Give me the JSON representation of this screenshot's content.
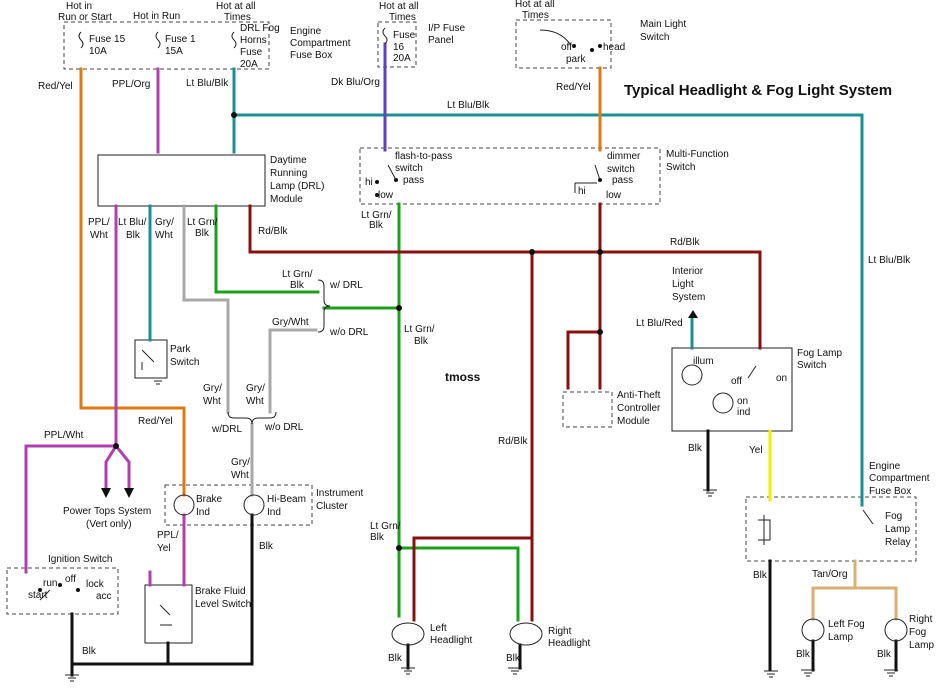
{
  "title": "Typical Headlight & Fog Light System",
  "watermark": "tmoss",
  "colors": {
    "orange": "#e07a10",
    "purple": "#b040b0",
    "teal": "#1a9090",
    "blueviolet": "#6040c0",
    "green": "#1aa01a",
    "darkred": "#8a1010",
    "gray": "#a8a8a8",
    "yellow": "#f0f000",
    "tan": "#d8b070",
    "black": "#111111"
  },
  "labels": {
    "hot_run_start_1": "Hot in",
    "hot_run_start_2": "Run or Start",
    "hot_in_run": "Hot in Run",
    "hot_all_1": "Hot at all",
    "hot_all_2": "Times",
    "fuse15": "Fuse 15",
    "fuse15_amp": "10A",
    "fuse1": "Fuse 1",
    "fuse1_amp": "15A",
    "drl_fog_1": "DRL Fog",
    "drl_fog_2": "Horns",
    "drl_fog_3": "Fuse",
    "drl_fog_4": "20A",
    "ecfb_1": "Engine",
    "ecfb_2": "Compartment",
    "ecfb_3": "Fuse Box",
    "ip_hot_1": "Hot at all",
    "ip_hot_2": "Times",
    "fuse16": "Fuse",
    "fuse16_b": "16",
    "fuse16_amp": "20A",
    "ip_panel_1": "I/P Fuse",
    "ip_panel_2": "Panel",
    "ml_hot_1": "Hot at all",
    "ml_hot_2": "Times",
    "ml_off": "off",
    "ml_head": "head",
    "ml_park": "park",
    "ml_name_1": "Main Light",
    "ml_name_2": "Switch",
    "red_yel": "Red/Yel",
    "ppl_org": "PPL/Org",
    "lt_blu_blk": "Lt Blu/Blk",
    "dk_blu_org": "Dk Blu/Org",
    "red_yel_2": "Red/Yel",
    "lt_blu_blk_2": "Lt Blu/Blk",
    "drl_1": "Daytime",
    "drl_2": "Running",
    "drl_3": "Lamp (DRL)",
    "drl_4": "Module",
    "f2p_1": "flash-to-pass",
    "f2p_2": "switch",
    "f2p_pass": "pass",
    "f2p_hi": "hi",
    "f2p_low": "low",
    "dim_1": "dimmer",
    "dim_2": "switch",
    "dim_pass": "pass",
    "dim_hi": "hi",
    "dim_low": "low",
    "mfs_1": "Multi-Function",
    "mfs_2": "Switch",
    "lt_blu_blk_right": "Lt Blu/Blk",
    "ppl_wht_1": "PPL/",
    "ppl_wht_2": "Wht",
    "ltblu_1": "Lt Blu/",
    "ltblu_2": "Blk",
    "gry_1": "Gry/",
    "gry_2": "Wht",
    "ltgrn_1": "Lt Grn/",
    "ltgrn_2": "Blk",
    "rd_blk_1": "Rd/Blk",
    "ltgrn_sw_1": "Lt Grn/",
    "ltgrn_sw_2": "Blk",
    "rd_blk_2": "Rd/Blk",
    "interior_1": "Interior",
    "interior_2": "Light",
    "interior_3": "System",
    "ltgrn_drl_1": "Lt Grn/",
    "ltgrn_drl_2": "Blk",
    "w_drl": "w/ DRL",
    "gry_wht_drl": "Gry/Wht",
    "wo_drl": "w/o DRL",
    "ltgrn_mid_1": "Lt Grn/",
    "ltgrn_mid_2": "Blk",
    "lt_blu_red": "Lt Blu/Red",
    "park_1": "Park",
    "park_2": "Switch",
    "anti_1": "Anti-Theft",
    "anti_2": "Controller",
    "anti_3": "Module",
    "fog_sw_1": "Fog Lamp",
    "fog_sw_2": "Switch",
    "fog_illum": "illum",
    "fog_off": "off",
    "fog_on": "on",
    "fog_on2": "on",
    "fog_ind": "ind",
    "lt_blu_blk_vert": "Lt Blu/Blk",
    "gry_a_1": "Gry/",
    "gry_a_2": "Wht",
    "gry_b_1": "Gry/",
    "gry_b_2": "Wht",
    "wdrl": "w/DRL",
    "wodrl": "w/o DRL",
    "red_yel_3": "Red/Yel",
    "rd_blk_3": "Rd/Blk",
    "ppl_wht_h": "PPL/Wht",
    "blk_fog": "Blk",
    "yel": "Yel",
    "gry_c_1": "Gry/",
    "gry_c_2": "Wht",
    "ecfb_r_1": "Engine",
    "ecfb_r_2": "Compartment",
    "ecfb_r_3": "Fuse Box",
    "power_tops_1": "Power Tops System",
    "power_tops_2": "(Vert only)",
    "brake_1": "Brake",
    "brake_2": "Ind",
    "hibeam_1": "Hi-Beam",
    "hibeam_2": "Ind",
    "cluster_1": "Instrument",
    "cluster_2": "Cluster",
    "ltgrn_low_1": "Lt Grn/",
    "ltgrn_low_2": "Blk",
    "fog_relay_1": "Fog",
    "fog_relay_2": "Lamp",
    "fog_relay_3": "Relay",
    "ign_name": "Ignition Switch",
    "ign_run": "run",
    "ign_off": "off",
    "ign_lock": "lock",
    "ign_start": "start",
    "ign_acc": "acc",
    "ppl_yel_1": "PPL/",
    "ppl_yel_2": "Yel",
    "blk_cluster": "Blk",
    "blk_relay": "Blk",
    "tan_org": "Tan/Org",
    "bfl_1": "Brake Fluid",
    "bfl_2": "Level Switch",
    "lh_1": "Left",
    "lh_2": "Headlight",
    "rh_1": "Right",
    "rh_2": "Headlight",
    "lf_1": "Left Fog",
    "lf_2": "Lamp",
    "rf_1": "Right",
    "rf_2": "Fog",
    "rf_3": "Lamp",
    "blk_ign": "Blk",
    "blk_lh": "Blk",
    "blk_rh": "Blk",
    "blk_lf": "Blk",
    "blk_rf": "Blk"
  }
}
